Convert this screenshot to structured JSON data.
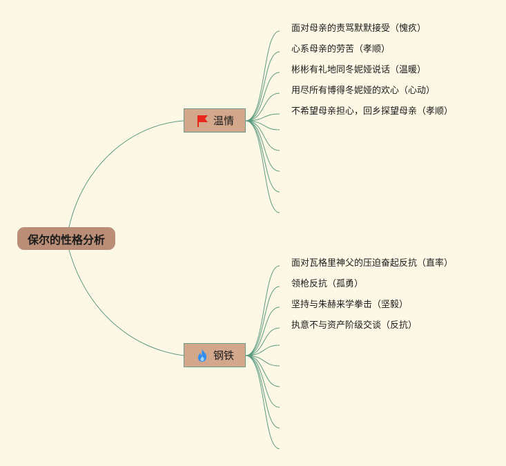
{
  "root": {
    "label": "保尔的性格分析"
  },
  "branches": [
    {
      "label": "温情",
      "icon": "red-flag-icon",
      "leaves": [
        "面对母亲的责骂默默接受（愧疚）",
        "心系母亲的劳苦（孝顺）",
        "彬彬有礼地同冬妮娅说话（温暖）",
        "用尽所有博得冬妮娅的欢心（心动）",
        "不希望母亲担心，回乡探望母亲（孝顺）",
        "",
        "",
        "",
        "",
        ""
      ]
    },
    {
      "label": "钢铁",
      "icon": "fire-icon",
      "leaves": [
        "面对瓦格里神父的压迫奋起反抗（直率）",
        "领枪反抗（孤勇）",
        "坚持与朱赫来学拳击（坚毅）",
        "执意不与资产阶级交谈（反抗）",
        "",
        "",
        "",
        "",
        ""
      ]
    }
  ],
  "colors": {
    "background": "#fdf8e6",
    "root_fill": "#b98d76",
    "branch_fill": "#d3a78c",
    "connector": "#5a9a80",
    "flag": "#e8281c",
    "fire": "#2f8df0"
  }
}
